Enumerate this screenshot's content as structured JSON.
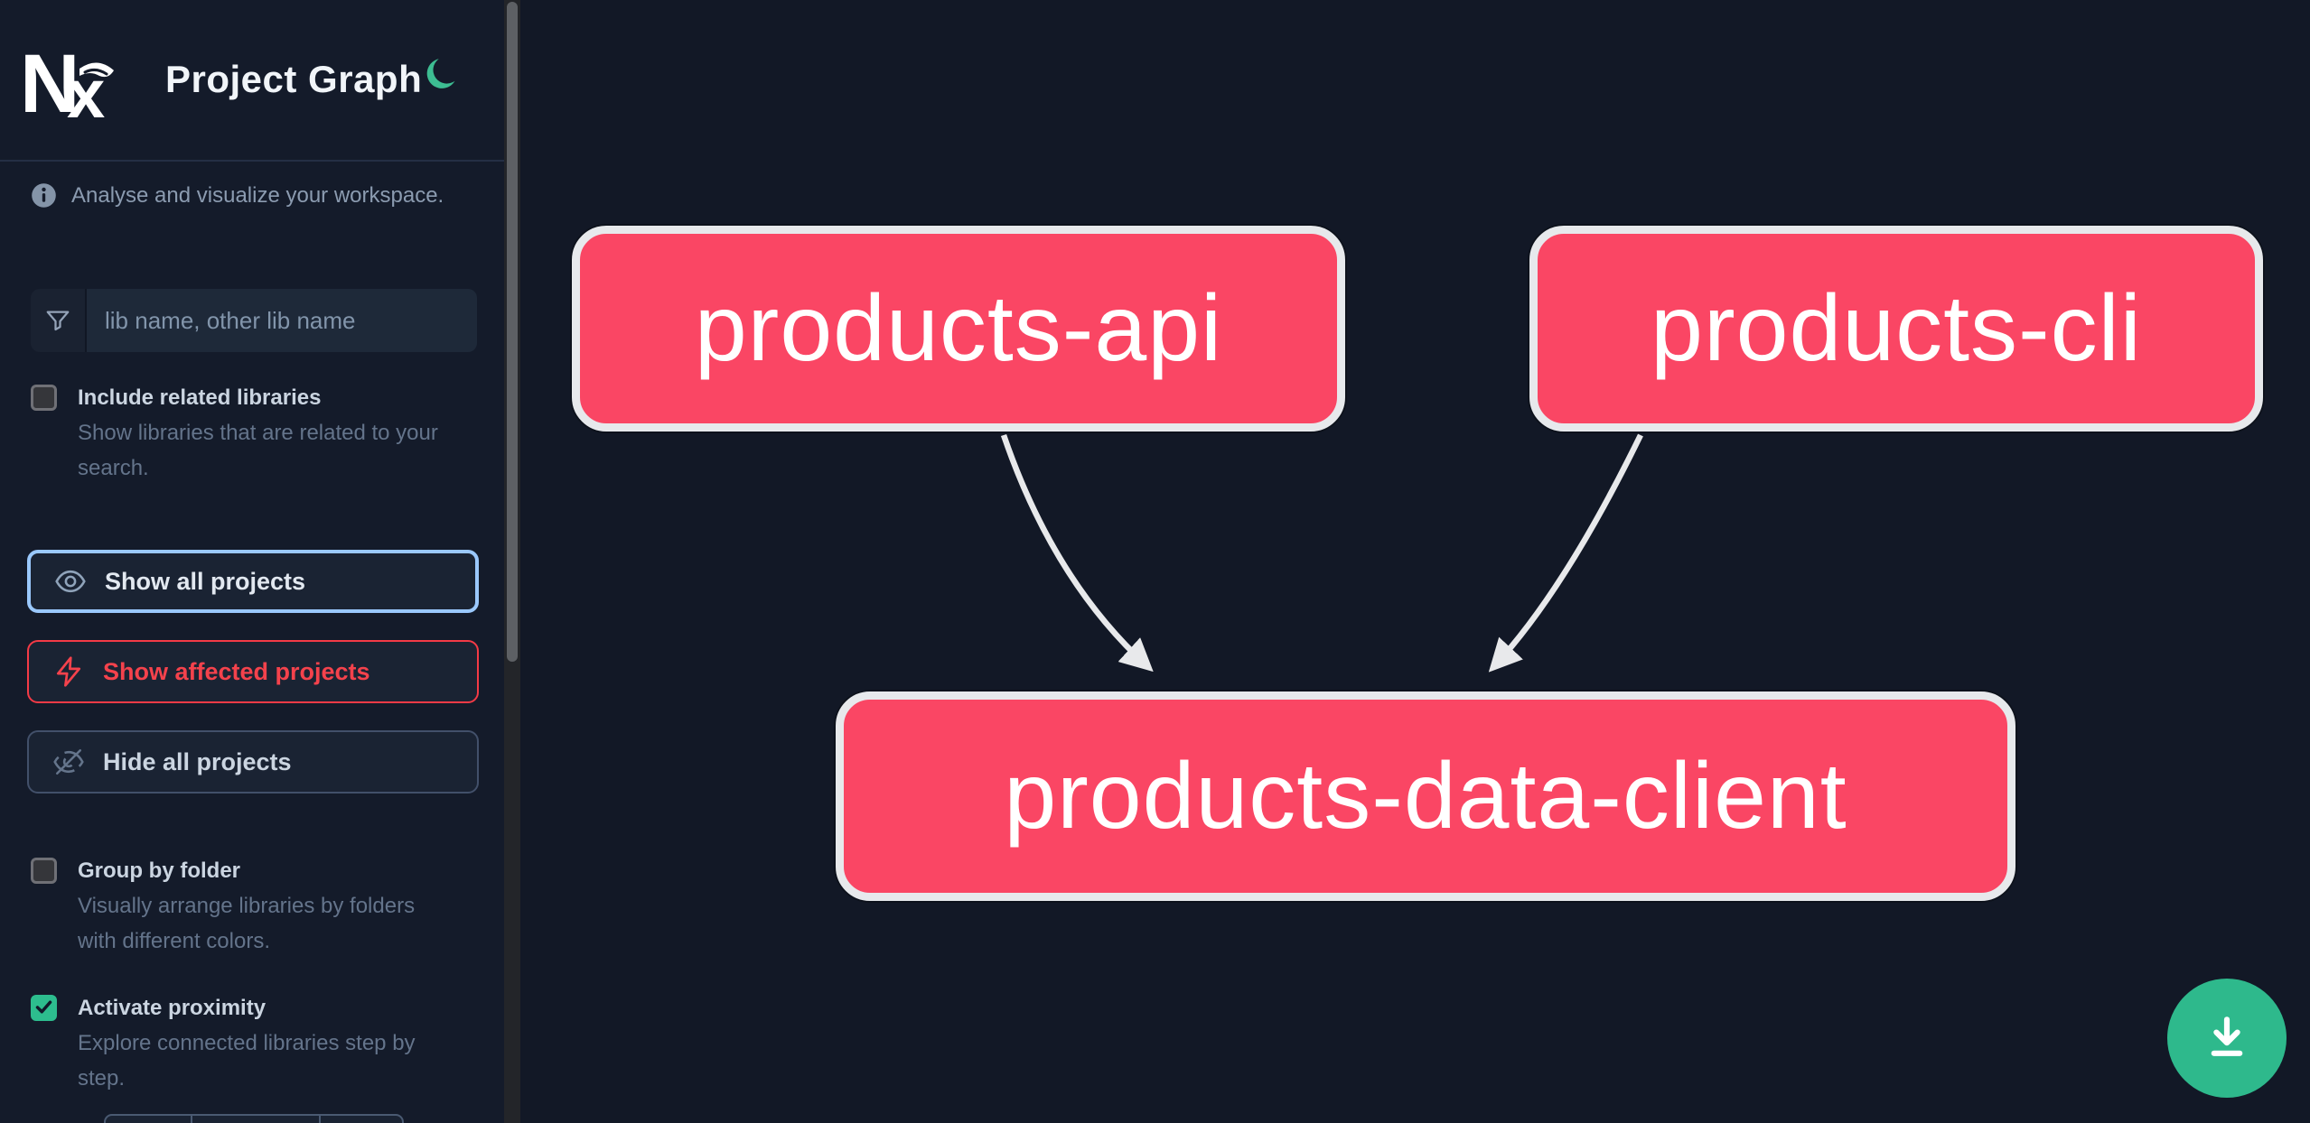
{
  "header": {
    "title": "Project Graph",
    "logo": "Nx",
    "theme_toggle": "dark-mode-moon"
  },
  "info": {
    "text": "Analyse and visualize your workspace."
  },
  "search": {
    "placeholder": "lib name, other lib name"
  },
  "checkboxes": {
    "include_related": {
      "label": "Include related libraries",
      "description": "Show libraries that are related to your search.",
      "checked": false
    },
    "group_by_folder": {
      "label": "Group by folder",
      "description": "Visually arrange libraries by folders with different colors.",
      "checked": false
    },
    "activate_proximity": {
      "label": "Activate proximity",
      "description": "Explore connected libraries step by step.",
      "checked": true
    }
  },
  "buttons": {
    "show_all": "Show all projects",
    "show_affected": "Show affected projects",
    "hide_all": "Hide all projects"
  },
  "graph": {
    "nodes": [
      {
        "id": "products-api",
        "label": "products-api"
      },
      {
        "id": "products-cli",
        "label": "products-cli"
      },
      {
        "id": "products-data-client",
        "label": "products-data-client"
      }
    ],
    "edges": [
      {
        "from": "products-api",
        "to": "products-data-client"
      },
      {
        "from": "products-cli",
        "to": "products-data-client"
      }
    ]
  },
  "colors": {
    "node_pink": "#fa4664",
    "node_border": "#e7e9ec",
    "accent_green": "#2eb98c",
    "moon_green": "#3dbd92",
    "focus_blue": "#9ac8fd",
    "affected_red": "#f4424c",
    "sidebar_bg": "#141b2a",
    "canvas_bg": "#121826"
  },
  "icons": [
    "nx-logo",
    "moon-icon",
    "info-icon",
    "filter-funnel-icon",
    "eye-icon",
    "bolt-icon",
    "eye-off-icon",
    "download-icon"
  ]
}
